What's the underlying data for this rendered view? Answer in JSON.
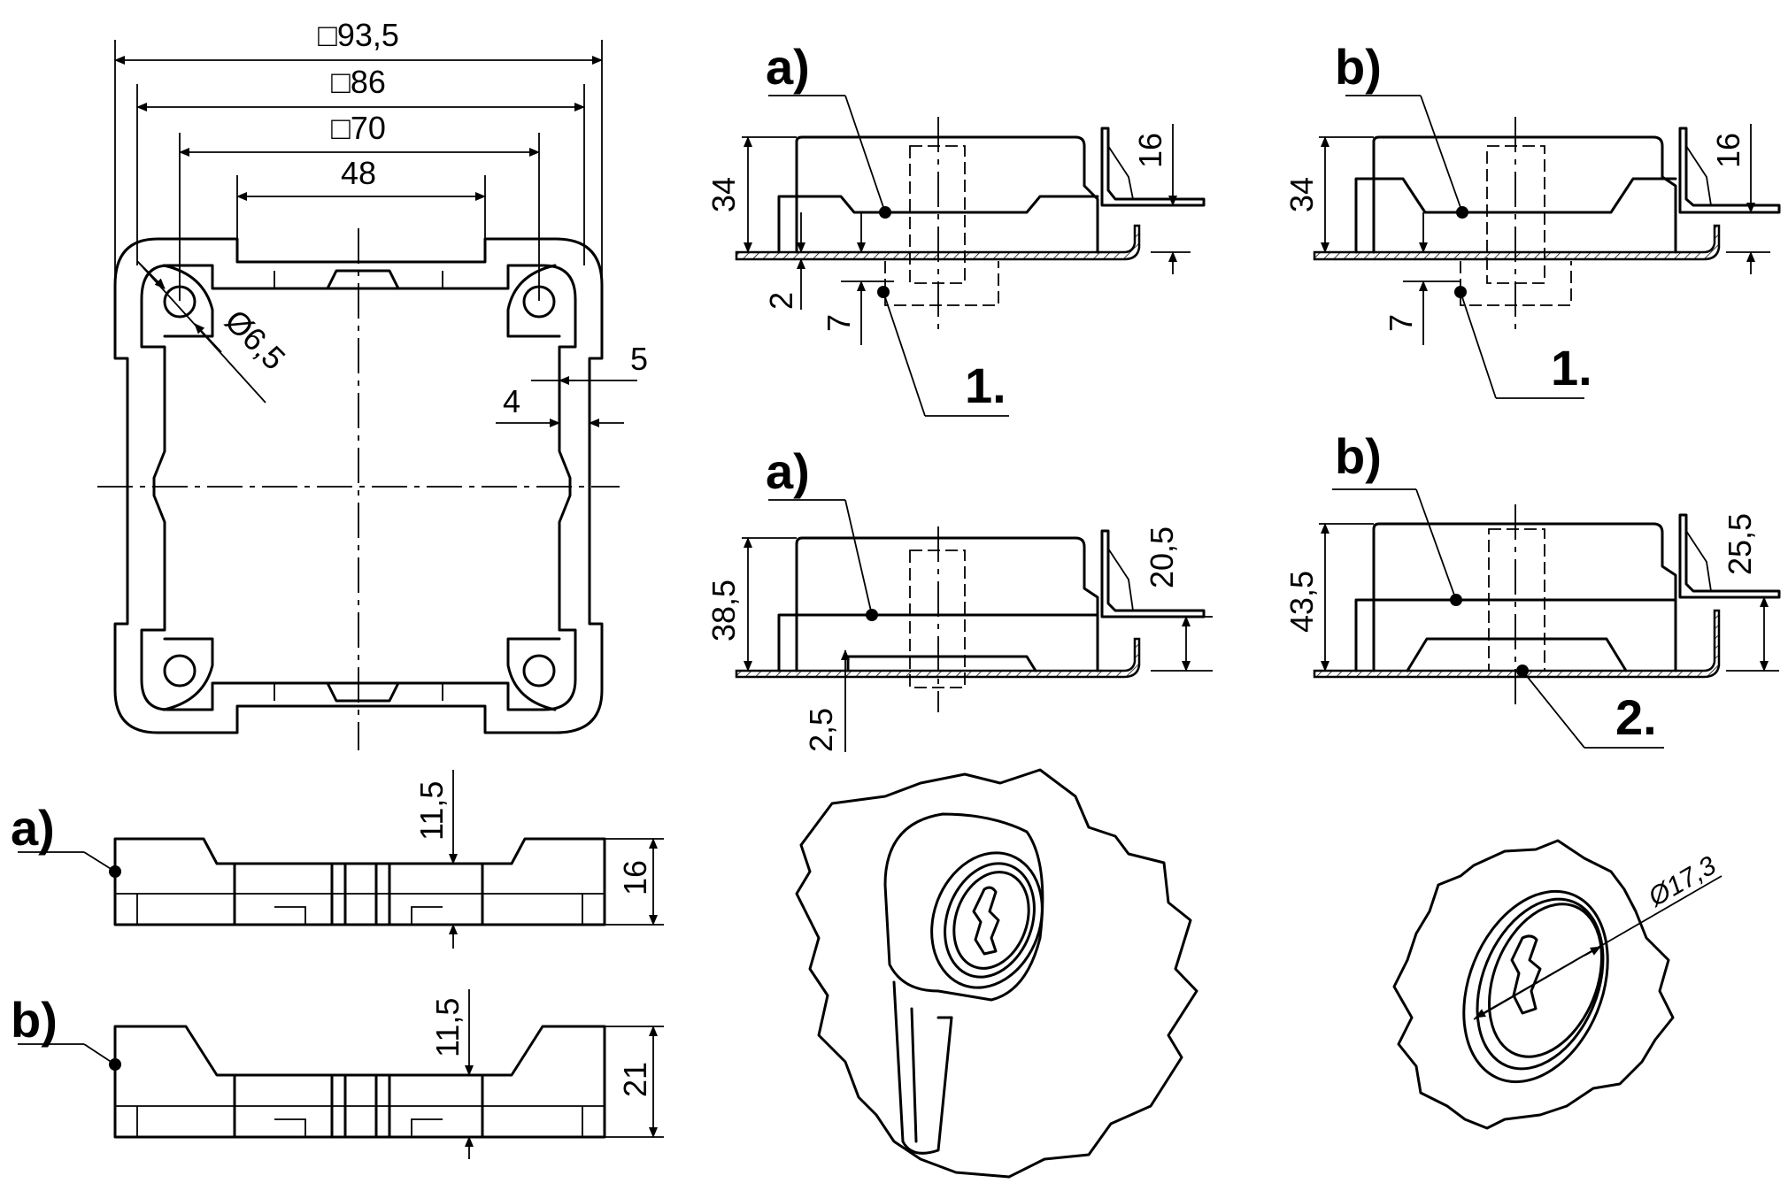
{
  "top_view": {
    "dim_outer": "□93,5",
    "dim_86": "□86",
    "dim_70": "□70",
    "dim_48": "48",
    "dim_hole": "Ø6,5",
    "dim_5": "5",
    "dim_4": "4"
  },
  "side_a": {
    "label": "a)",
    "dim_height": "16",
    "dim_depth": "11,5"
  },
  "side_b": {
    "label": "b)",
    "dim_height": "21",
    "dim_depth": "11,5"
  },
  "section_a1": {
    "label": "a)",
    "dim_34": "34",
    "dim_16": "16",
    "dim_2": "2",
    "dim_7": "7",
    "callout": "1."
  },
  "section_b1": {
    "label": "b)",
    "dim_34": "34",
    "dim_16": "16",
    "dim_7": "7",
    "callout": "1."
  },
  "section_a2": {
    "label": "a)",
    "dim_38": "38,5",
    "dim_20": "20,5",
    "dim_2": "2,5"
  },
  "section_b2": {
    "label": "b)",
    "dim_43": "43,5",
    "dim_25": "25,5",
    "callout": "2."
  },
  "lock_detail": {
    "dim_diameter": "Ø17,3"
  }
}
